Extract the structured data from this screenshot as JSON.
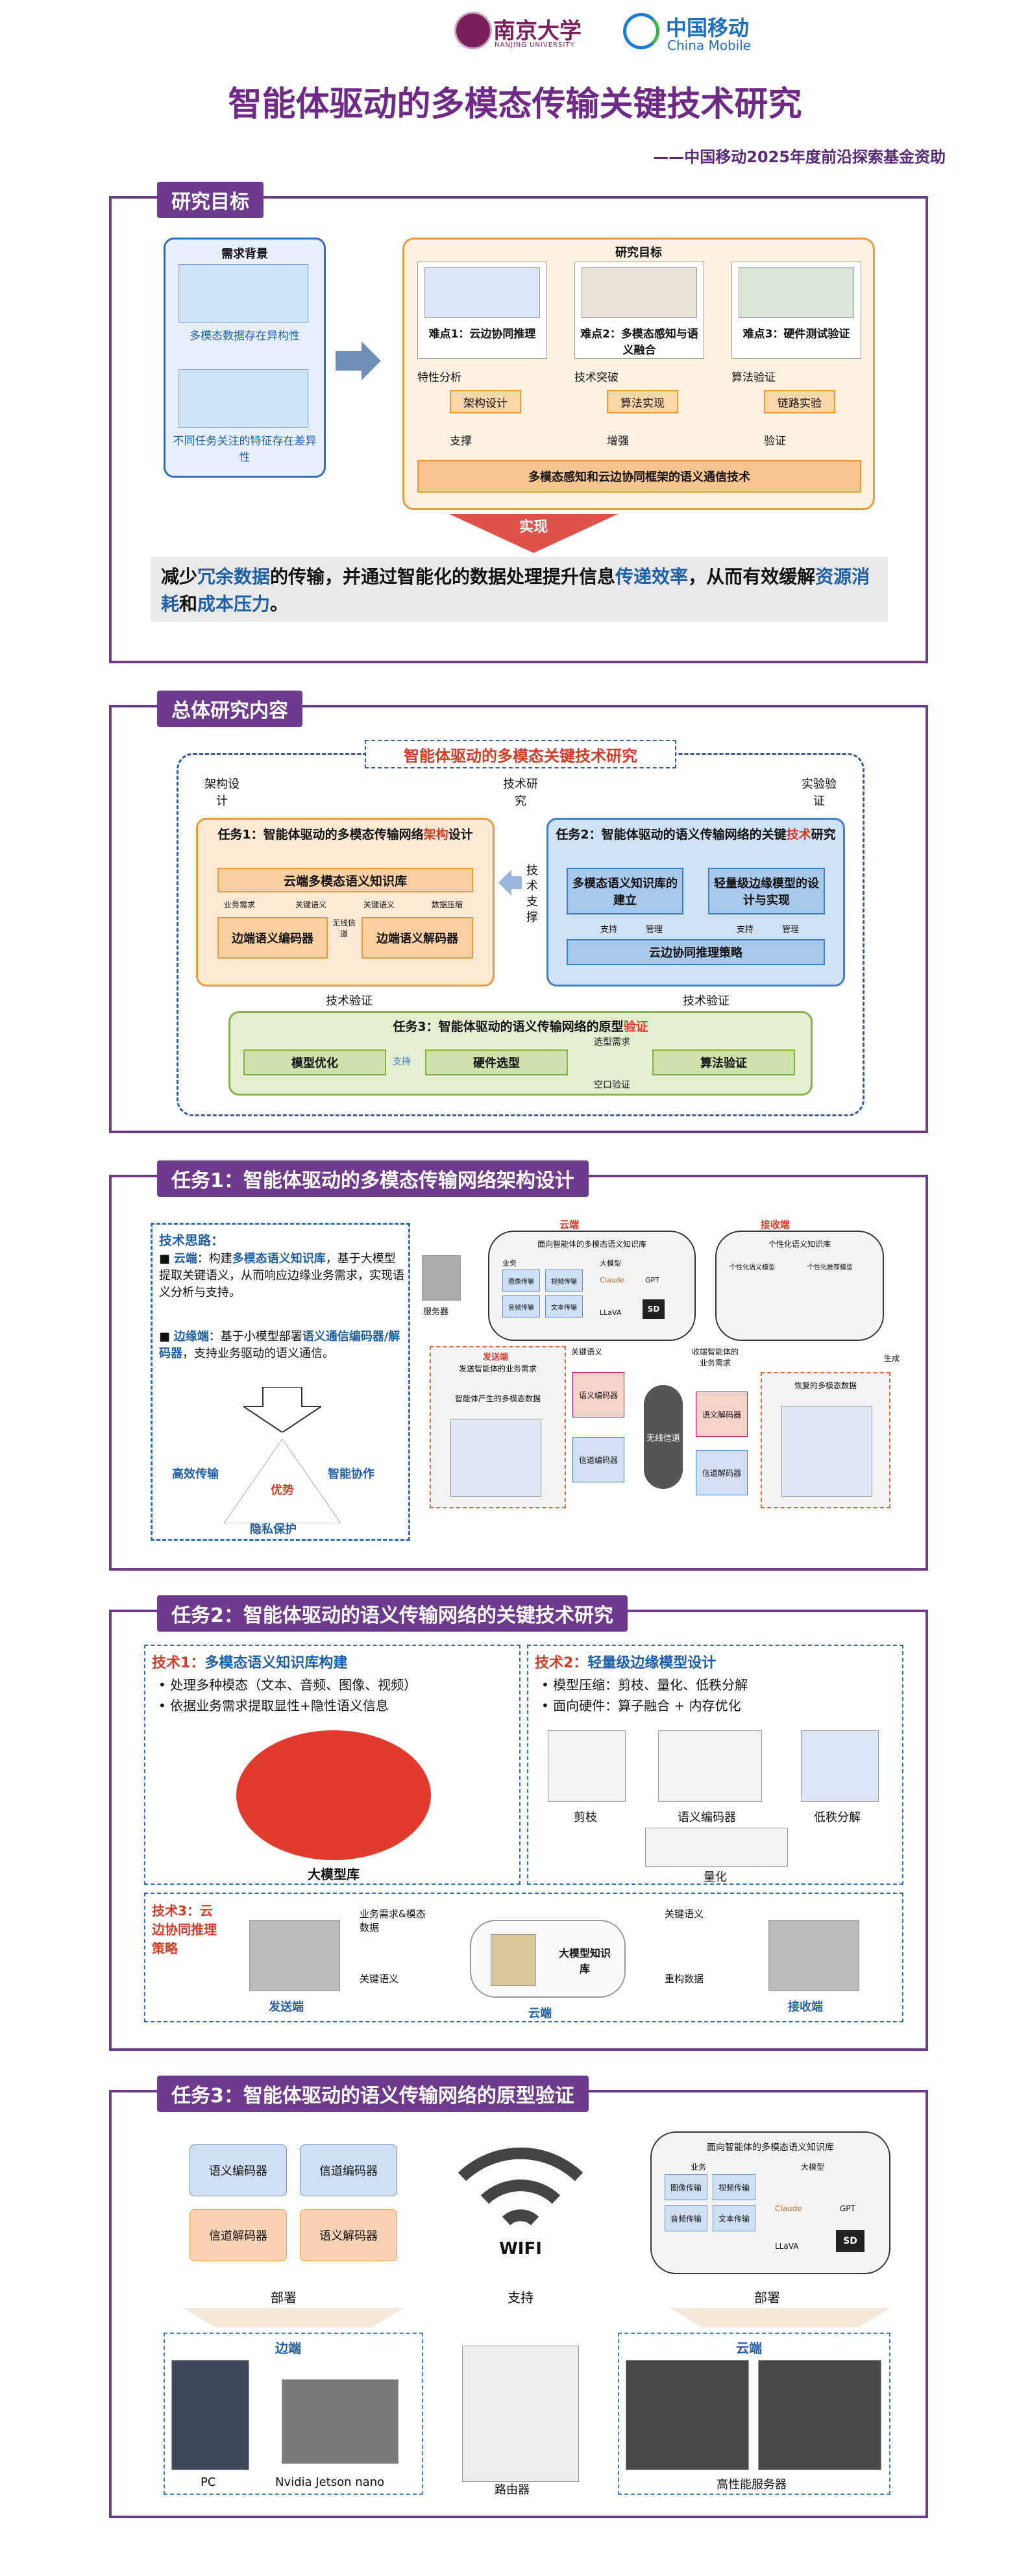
{
  "header": {
    "university_name": "南京大学",
    "university_en": "NANJING UNIVERSITY",
    "cm_name": "中国移动",
    "cm_en": "China Mobile",
    "title": "智能体驱动的多模态传输关键技术研究",
    "subtitle": "——中国移动2025年度前沿探索基金资助"
  },
  "s1": {
    "tab": "研究目标",
    "need_title": "需求背景",
    "need1": "多模态数据存在异构性",
    "need2": "不同任务关注的特征存在差异性",
    "goal_title": "研究目标",
    "diff1": "难点1：云边协同推理",
    "diff2": "难点2：多模态感知与语义融合",
    "diff3": "难点3：硬件测试验证",
    "lab1": "特性分析",
    "lab2": "技术突破",
    "lab3": "算法验证",
    "mid1": "架构设计",
    "mid2": "算法实现",
    "mid3": "链路实验",
    "low1": "支撑",
    "low2": "增强",
    "low3": "验证",
    "bar": "多模态感知和云边协同框架的语义通信技术",
    "realize": "实现",
    "sum_a": "减少",
    "sum_b": "冗余数据",
    "sum_c": "的传输，并通过智能化的数据处理提升信息",
    "sum_d": "传递效率",
    "sum_e": "，从而有效缓解",
    "sum_f": "资源消耗",
    "sum_g": "和",
    "sum_h": "成本压力",
    "sum_i": "。"
  },
  "s2": {
    "tab": "总体研究内容",
    "banner": "智能体驱动的多模态关键技术研究",
    "col1": "架构设计",
    "col2": "技术研究",
    "col3": "实验验证",
    "task1_a": "任务1：智能体驱动的多模态传输网络",
    "task1_b": "架构",
    "task1_c": "设计",
    "kb": "云端多模态语义知识库",
    "f1": "业务需求",
    "f2": "关键语义",
    "f3": "关键语义",
    "f4": "数据压缩",
    "enc": "边端语义编码器",
    "ch": "无线信道",
    "dec": "边端语义解码器",
    "support": "技术支撑",
    "task2_a": "任务2：智能体驱动的语义传输网络的",
    "task2_b": "关键",
    "task2_c": "技术",
    "task2_d": "研究",
    "t2k1": "多模态语义知识库的建立",
    "t2k2": "轻量级边缘模型的设计与实现",
    "sup": "支持",
    "mgmt": "管理",
    "t2bar": "云边协同推理策略",
    "verify": "技术验证",
    "task3_a": "任务3：智能体驱动的语义传输网络的原型",
    "task3_b": "验证",
    "v1": "模型优化",
    "v2": "硬件选型",
    "v3": "算法验证",
    "sel": "选型需求",
    "air": "空口验证"
  },
  "s3": {
    "tab": "任务1：智能体驱动的多模态传输网络架构设计",
    "think": "技术思路：",
    "cloud_t": "云端",
    "cloud_a": "：构建",
    "cloud_b": "多模态语义知识库",
    "cloud_c": "，基于大模型提取关键语义，从而响应边缘业务需求，实现语义分析与支持。",
    "edge_t": "边缘端",
    "edge_a": "：基于小模型部署",
    "edge_b": "语义通信编码器/解码器",
    "edge_c": "，支持业务驱动的语义通信。",
    "adv": "优势",
    "a1": "高效传输",
    "a2": "智能协作",
    "a3": "隐私保护",
    "cloud_label": "云端",
    "kb_title": "面向智能体的多模态语义知识库",
    "server": "服务器",
    "biz": "业务",
    "m1": "图像传输",
    "m2": "视频传输",
    "m3": "音频传输",
    "m4": "文本传输",
    "bigmodel": "大模型",
    "claude": "Claude",
    "gpt": "GPT",
    "llava": "LLaVA",
    "sd": "SD",
    "send_label": "发送端",
    "send_need": "发送智能体的业务需求",
    "key_sem": "关键语义",
    "agent_data": "智能体产生的多模态数据",
    "sem_enc": "语义编码器",
    "ch_enc": "信道编码器",
    "wireless": "无线信道",
    "recv_label": "接收端",
    "recv_kb": "个性化语义知识库",
    "recv_a": "个性化语义模型",
    "recv_b": "个性化推荐模型",
    "recv_need": "收端智能体的业务需求",
    "gen": "生成",
    "sem_dec": "语义解码器",
    "ch_dec": "信道解码器",
    "restored": "恢复的多模态数据"
  },
  "s4": {
    "tab": "任务2：智能体驱动的语义传输网络的关键技术研究",
    "tech1_t": "技术1：",
    "tech1_n": "多模态语义知识库构建",
    "tech1_b1": "处理多种模态（文本、音频、图像、视频）",
    "tech1_b2": "依据业务需求提取显性+隐性语义信息",
    "bigmodel_lib": "大模型库",
    "tech2_t": "技术2：",
    "tech2_n": "轻量级边缘模型设计",
    "tech2_b1": "模型压缩：剪枝、量化、低秩分解",
    "tech2_b2": "面向硬件：算子融合 + 内存优化",
    "prune": "剪枝",
    "sem_enc": "语义编码器",
    "lowrank": "低秩分解",
    "quant": "量化",
    "tech3": "技术3：云边协同推理策略",
    "biz_need": "业务需求&模态数据",
    "key_sem_l": "关键语义",
    "key_sem_r": "关键语义",
    "recon": "重构数据",
    "sender": "发送端",
    "cloud": "云端",
    "receiver": "接收端",
    "kb": "大模型知识库"
  },
  "s5": {
    "tab": "任务3：智能体驱动的语义传输网络的原型验证",
    "b1": "语义编码器",
    "b2": "信道编码器",
    "b3": "信道解码器",
    "b4": "语义解码器",
    "wifi": "WIFI",
    "kb_title": "面向智能体的多模态语义知识库",
    "biz": "业务",
    "m1": "图像传输",
    "m2": "视频传输",
    "m3": "音频传输",
    "m4": "文本传输",
    "bigmodel": "大模型",
    "claude": "Claude",
    "gpt": "GPT",
    "llava": "LLaVA",
    "sd": "SD",
    "deploy1": "部署",
    "support": "支持",
    "deploy2": "部署",
    "edge": "边端",
    "cloud": "云端",
    "pc": "PC",
    "jetson": "Nvidia Jetson nano",
    "router": "路由器",
    "server": "高性能服务器"
  }
}
